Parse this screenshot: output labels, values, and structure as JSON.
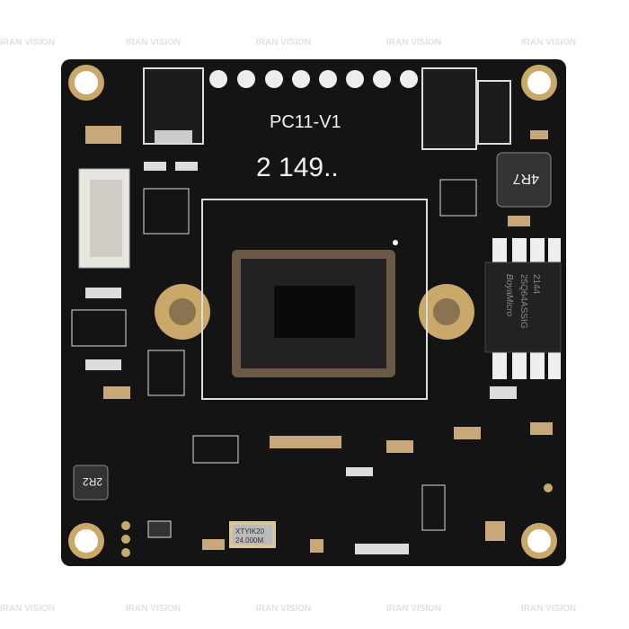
{
  "board": {
    "model_label": "PC11-V1",
    "serial_label": "2 149..",
    "inductor_top_label": "4R7",
    "inductor_bottom_label": "2R2",
    "crystal_label_line1": "XTYIK20",
    "crystal_label_line2": "24.000M",
    "flash_chip_brand": "BoyaMicro",
    "flash_chip_part": "25Q64ASSIG",
    "flash_chip_date": "2144"
  },
  "watermark": {
    "text": "IRAN VISION"
  },
  "colors": {
    "pcb": "#141414",
    "pad_gold": "#c9a86a",
    "silkscreen": "#f2f2f2"
  }
}
